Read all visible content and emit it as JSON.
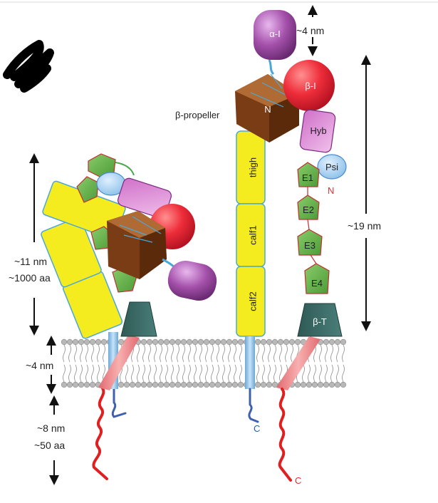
{
  "colors": {
    "yellow": "#f5ec1f",
    "yellow_border": "#4aa8d8",
    "green": "#66b34a",
    "purple": "#9c4aa0",
    "red": "#ee2d3a",
    "brown": "#8b4a1c",
    "teal": "#3c6a66",
    "blue_stalk": "#8cc0e8",
    "pink_stalk": "#f0888a",
    "tail_red": "#e02020",
    "tail_blue": "#3d60b0",
    "lipid_head": "#b8b8b8",
    "label_red": "#e03030",
    "label_blue": "#2060b0"
  },
  "labels": {
    "alpha_i": "α-I",
    "beta_i": "β-I",
    "n_alpha": "N",
    "beta_propeller": "β-propeller",
    "hyb": "Hyb",
    "psi": "Psi",
    "n_beta": "N",
    "thigh": "thigh",
    "calf1": "calf1",
    "calf2": "calf2",
    "e1": "E1",
    "e2": "E2",
    "e3": "E3",
    "e4": "E4",
    "beta_t": "β-T",
    "c_alpha": "C",
    "c_beta": "C"
  },
  "dimensions": {
    "top_4nm": "~4 nm",
    "height_19nm": "~19 nm",
    "height_11nm": "~11 nm",
    "aa_1000": "~1000 aa",
    "membrane_4nm": "~4 nm",
    "tail_8nm": "~8 nm",
    "aa_50": "~50 aa"
  },
  "icons": [
    "double-arrow-icon",
    "redaction-scribble-icon"
  ]
}
